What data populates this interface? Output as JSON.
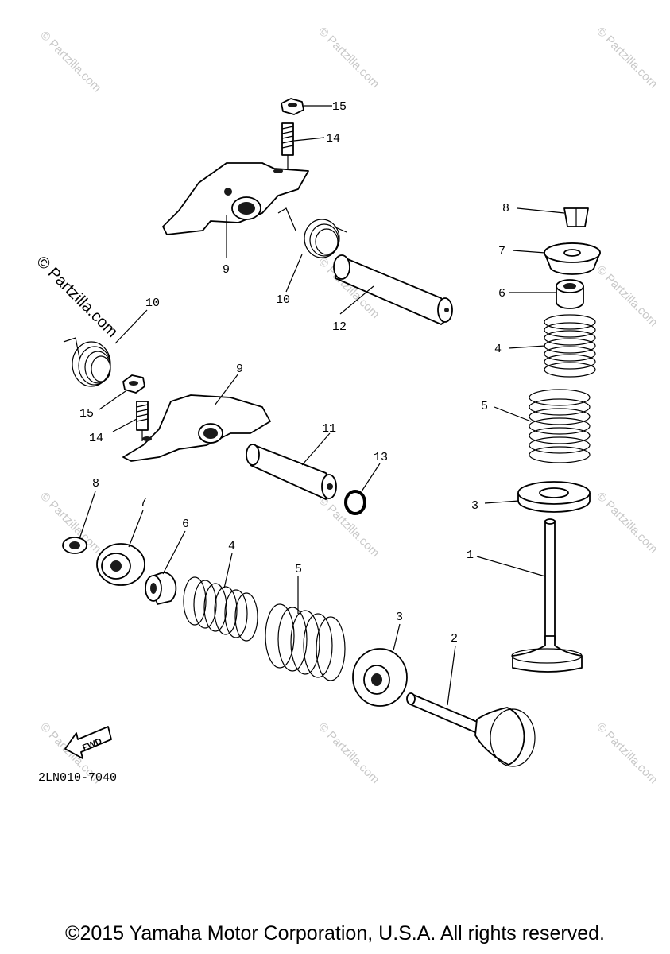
{
  "watermark": {
    "text": "© Partzilla.com",
    "prominent_text": "© Partzilla.com"
  },
  "part_labels": {
    "valve_intake": "1",
    "valve_exhaust": "2",
    "seat_right": "3",
    "seat_lower": "3",
    "inner_spring_right": "4",
    "inner_spring_lower": "4",
    "outer_spring_right": "5",
    "outer_spring_lower": "5",
    "seal_right": "6",
    "seal_lower": "6",
    "retainer_right": "7",
    "retainer_lower": "7",
    "cotter_right": "8",
    "cotter_lower": "8",
    "rocker_arm_top": "9",
    "rocker_arm_mid": "9",
    "rocker_spring_top": "10",
    "rocker_spring_left": "10",
    "shaft_lower": "11",
    "shaft_upper": "12",
    "o_ring": "13",
    "adjuster_top": "14",
    "adjuster_mid": "14",
    "nut_top": "15",
    "nut_mid": "15"
  },
  "fwd_arrow_label": "FWD",
  "diagram_code": "2LN010-7040",
  "copyright": "©2015 Yamaha Motor Corporation, U.S.A. All rights reserved."
}
